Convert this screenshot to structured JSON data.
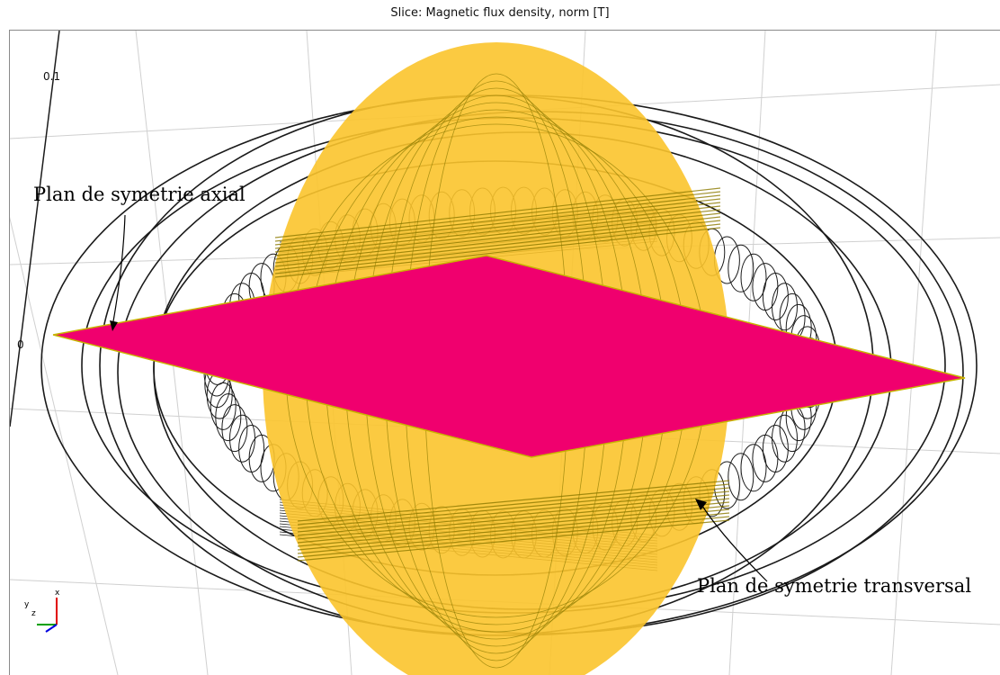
{
  "plot": {
    "title": "Slice: Magnetic flux density, norm [T]",
    "tick_top": "0.1",
    "tick_mid": "0"
  },
  "annotations": {
    "axial": "Plan de symetrie axial",
    "transversal": "Plan de symetrie transversal"
  },
  "axis_triad": {
    "y": "y",
    "z": "z",
    "x": "x"
  },
  "colors": {
    "transverse_slice": "#fbc42c",
    "axial_slice": "#f0006e",
    "wireframe": "#1a1a1a",
    "grid": "#d0d0d0"
  }
}
